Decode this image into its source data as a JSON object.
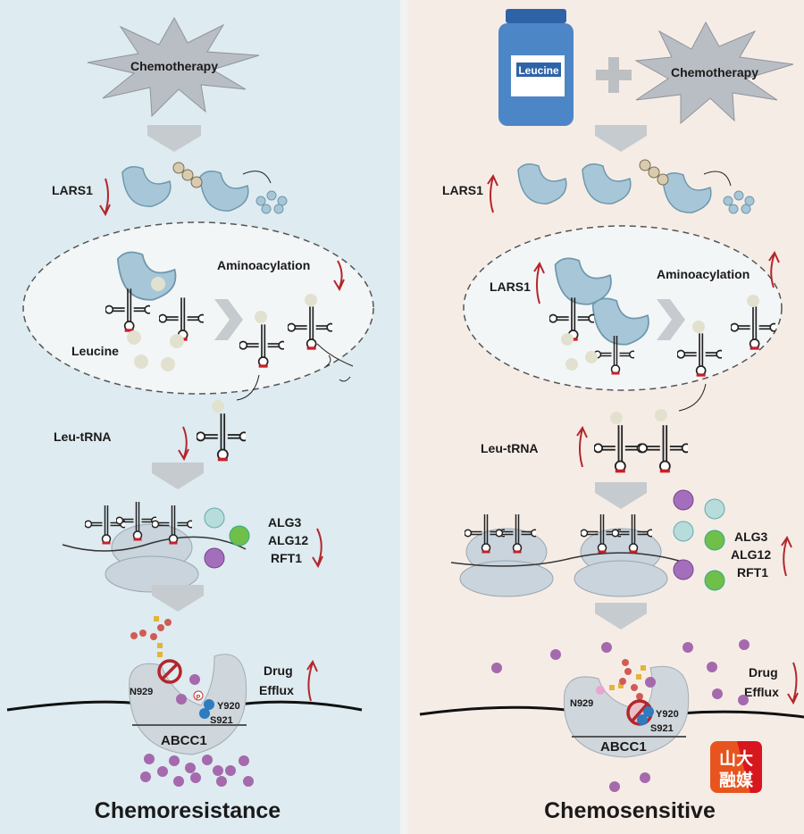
{
  "left": {
    "chemo": "Chemotherapy",
    "lars1": "LARS1",
    "aminoacylation": "Aminoacylation",
    "leucine": "Leucine",
    "leu_trna": "Leu-tRNA",
    "alg3": "ALG3",
    "alg12": "ALG12",
    "rft1": "RFT1",
    "n929": "N929",
    "y920": "Y920",
    "s921": "S921",
    "p": "P",
    "abcc1": "ABCC1",
    "drug": "Drug",
    "efflux": "Efflux",
    "title": "Chemoresistance"
  },
  "right": {
    "bottle_label": "Leucine",
    "chemo": "Chemotherapy",
    "lars1": "LARS1",
    "lars1_inner": "LARS1",
    "aminoacylation": "Aminoacylation",
    "leu_trna": "Leu-tRNA",
    "alg3": "ALG3",
    "alg12": "ALG12",
    "rft1": "RFT1",
    "n929": "N929",
    "y920": "Y920",
    "s921": "S921",
    "abcc1": "ABCC1",
    "drug": "Drug",
    "efflux": "Efflux",
    "title": "Chemosensitive"
  },
  "watermark": "山大融媒",
  "colors": {
    "left_bg": "#deebf0",
    "right_bg": "#f6ece6",
    "arrow": "#b3262c",
    "protein": "#a7c7d8",
    "drug": "#a569ad"
  }
}
